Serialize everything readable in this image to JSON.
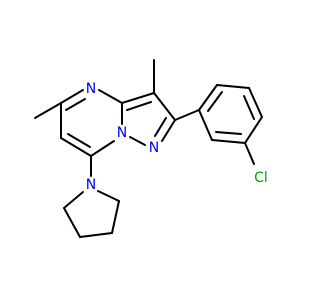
{
  "molecule": {
    "atoms": [
      {
        "id": "N4",
        "symbol": "N",
        "color": "#0000ff"
      },
      {
        "id": "N7a",
        "symbol": "N",
        "color": "#0000ff"
      },
      {
        "id": "N1",
        "symbol": "N",
        "color": "#0000ff"
      },
      {
        "id": "Npyr",
        "symbol": "N",
        "color": "#0000ff"
      },
      {
        "id": "Cl",
        "symbol": "Cl",
        "color": "#00a000"
      }
    ]
  }
}
